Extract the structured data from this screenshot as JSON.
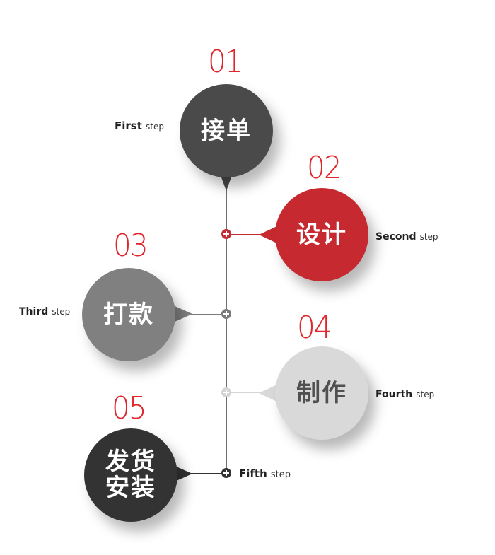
{
  "diagram": {
    "type": "vertical-process-timeline",
    "accent_color": "#e0262b",
    "line_color": "#6f6f6f",
    "steps": [
      {
        "number": "01",
        "title": "接单",
        "label_bold": "First",
        "label_suffix": "step",
        "color": "#4a4a4a",
        "text_color": "#ffffff",
        "plus_color": "#4a4a4a"
      },
      {
        "number": "02",
        "title": "设计",
        "label_bold": "Second",
        "label_suffix": "step",
        "color": "#c62a30",
        "text_color": "#ffffff",
        "plus_color": "#c62a30"
      },
      {
        "number": "03",
        "title": "打款",
        "label_bold": "Third",
        "label_suffix": "step",
        "color": "#808080",
        "text_color": "#ffffff",
        "plus_color": "#7a7a7a"
      },
      {
        "number": "04",
        "title": "制作",
        "label_bold": "Fourth",
        "label_suffix": "step",
        "color": "#d9d9d9",
        "text_color": "#505050",
        "plus_color": "#d4d4d4"
      },
      {
        "number": "05",
        "title_line1": "发货",
        "title_line2": "安装",
        "label_bold": "Fifth",
        "label_suffix": "step",
        "color": "#333333",
        "text_color": "#ffffff",
        "plus_color": "#333333"
      }
    ]
  }
}
